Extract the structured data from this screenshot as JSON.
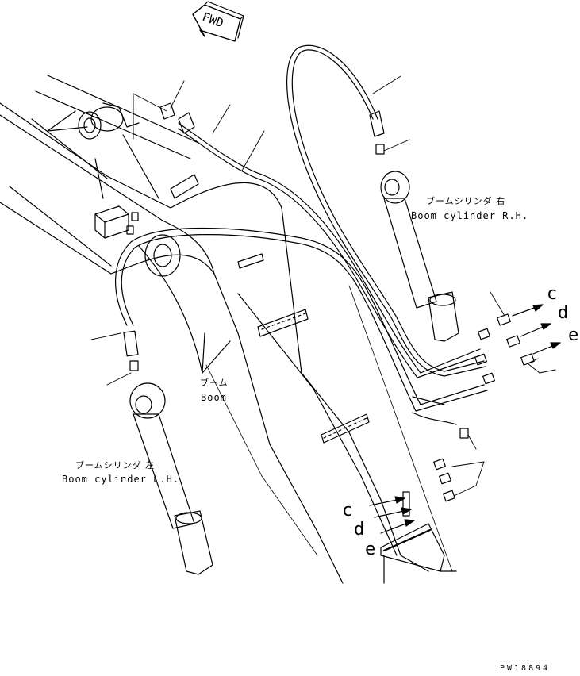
{
  "fwd_label": "FWD",
  "boom_cylinder_rh": {
    "jp": "ブームシリンダ 右",
    "en": "Boom cylinder R.H."
  },
  "boom_cylinder_lh": {
    "jp": "ブームシリンダ 左",
    "en": "Boom cylinder L.H."
  },
  "boom": {
    "jp": "ブーム",
    "en": "Boom"
  },
  "port_labels_right": [
    "c",
    "d",
    "e"
  ],
  "port_labels_left": [
    "c",
    "d",
    "e"
  ],
  "drawing_code": "PW18894"
}
